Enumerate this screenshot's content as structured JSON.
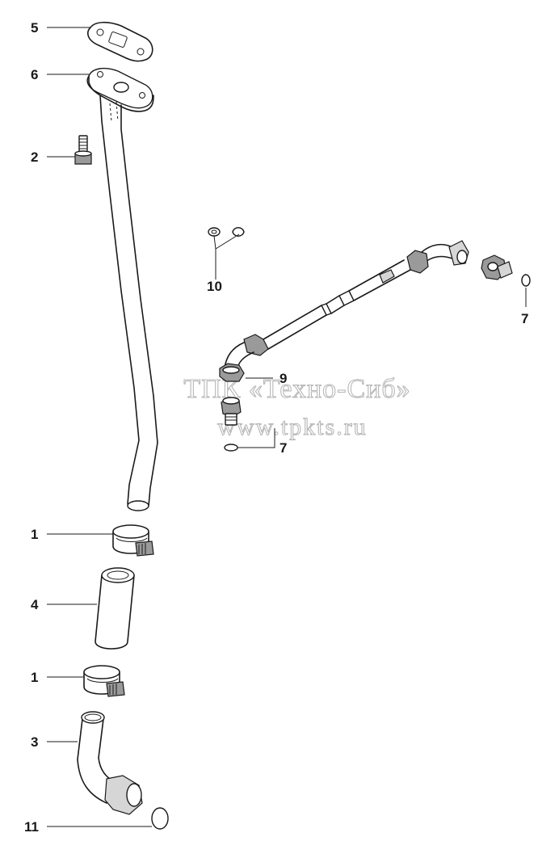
{
  "watermark": {
    "line1": "ТПК «Техно-Сиб»",
    "line2": "www.tpkts.ru"
  },
  "callouts": {
    "c5": "5",
    "c6": "6",
    "c2": "2",
    "c10": "10",
    "c7a": "7",
    "c9": "9",
    "c7b": "7",
    "c1a": "1",
    "c4": "4",
    "c1b": "1",
    "c3": "3",
    "c11": "11"
  }
}
